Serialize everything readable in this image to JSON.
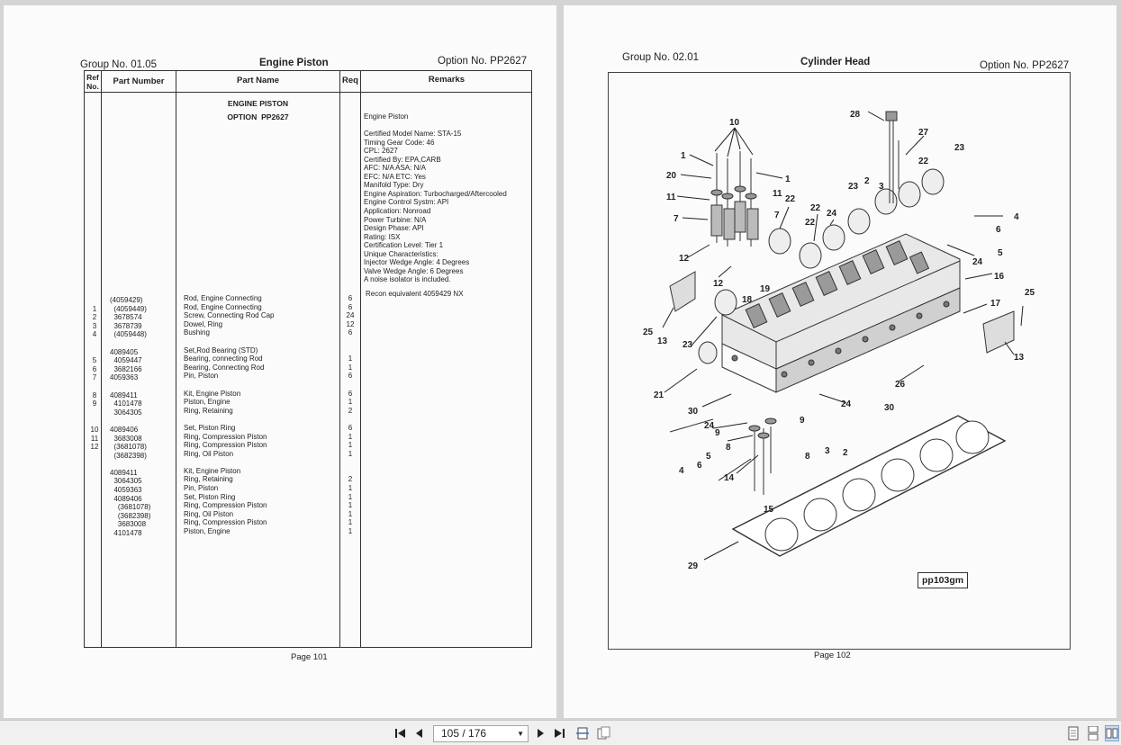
{
  "left_page": {
    "group": "Group No. 01.05",
    "title": "Engine Piston",
    "option": "Option No. PP2627",
    "columns": {
      "ref": "Ref\nNo.",
      "part_number": "Part Number",
      "part_name": "Part Name",
      "req": "Req",
      "remarks": "Remarks"
    },
    "heading1": "ENGINE PISTON",
    "heading2": "OPTION  PP2627",
    "remarks_block": "Engine Piston\n\nCertified Model Name: STA-15\nTiming Gear Code: 46\nCPL: 2627\nCertified By: EPA,CARB\nAFC: N/A ASA: N/A\nEFC: N/A ETC: Yes\nManifold Type: Dry\nEngine Aspiration: Turbocharged/Aftercooled\nEngine Control Systm: API\nApplication: Nonroad\nPower Turbine: N/A\nDesign Phase: API\nRating: ISX\nCertification Level: Tier 1\nUnique Characteristics:\nInjector Wedge Angle: 4 Degrees\nValve Wedge Angle: 6 Degrees\nA noise isolator is included.",
    "recon_remark": "Recon equivalent 4059429 NX",
    "rows_ref": "\n1\n2\n3\n4\n\n\n5\n6\n7\n\n8\n9\n\n\n10\n11\n12",
    "rows_part_number": "(4059429)\n  (4059449)\n  3678574\n  3678739\n  (4059448)\n\n4089405\n  4059447\n  3682166\n4059363\n\n4089411\n  4101478\n  3064305\n\n4089406\n  3683008\n  (3681078)\n  (3682398)\n\n4089411\n  3064305\n  4059363\n  4089406\n    (3681078)\n    (3682398)\n    3683008\n  4101478",
    "rows_part_name": "Rod, Engine Connecting\nRod, Engine Connecting\nScrew, Connecting Rod Cap\nDowel, Ring\nBushing\n\nSet,Rod Bearing (STD)\nBearing, connecting Rod\nBearing, Connecting Rod\nPin, Piston\n\nKit, Engine Piston\nPiston, Engine\nRing, Retaining\n\nSet, Piston Ring\nRing, Compression Piston\nRing, Compression Piston\nRing, Oil Piston\n\nKit, Engine Piston\nRing, Retaining\nPin, Piston\nSet, Piston Ring\nRing, Compression Piston\nRing, Oil Piston\nRing, Compression Piston\nPiston, Engine",
    "rows_req": "6\n6\n24\n12\n6\n\n\n1\n1\n6\n\n6\n1\n2\n\n6\n1\n1\n1\n\n\n2\n1\n1\n1\n1\n1\n1",
    "page_label": "Page 101"
  },
  "right_page": {
    "group": "Group No. 02.01",
    "title": "Cylinder Head",
    "option": "Option No. PP2627",
    "diagram_code": "pp103gm",
    "page_label": "Page 102",
    "callouts": [
      "28",
      "10",
      "27",
      "23",
      "1",
      "1",
      "22",
      "20",
      "2",
      "3",
      "23",
      "11",
      "22",
      "11",
      "22",
      "7",
      "7",
      "24",
      "22",
      "4",
      "6",
      "12",
      "24",
      "5",
      "16",
      "19",
      "18",
      "12",
      "25",
      "17",
      "25",
      "13",
      "23",
      "13",
      "21",
      "26",
      "30",
      "24",
      "30",
      "24",
      "9",
      "9",
      "8",
      "8",
      "3",
      "2",
      "5",
      "4",
      "6",
      "14",
      "15",
      "29"
    ]
  },
  "toolbar": {
    "page_indicator": "105 / 176",
    "icons": [
      "first-page-icon",
      "prev-page-icon",
      "next-page-icon",
      "last-page-icon",
      "fit-width-icon",
      "fit-page-icon",
      "single-page-view-icon",
      "continuous-view-icon",
      "facing-view-icon"
    ]
  }
}
